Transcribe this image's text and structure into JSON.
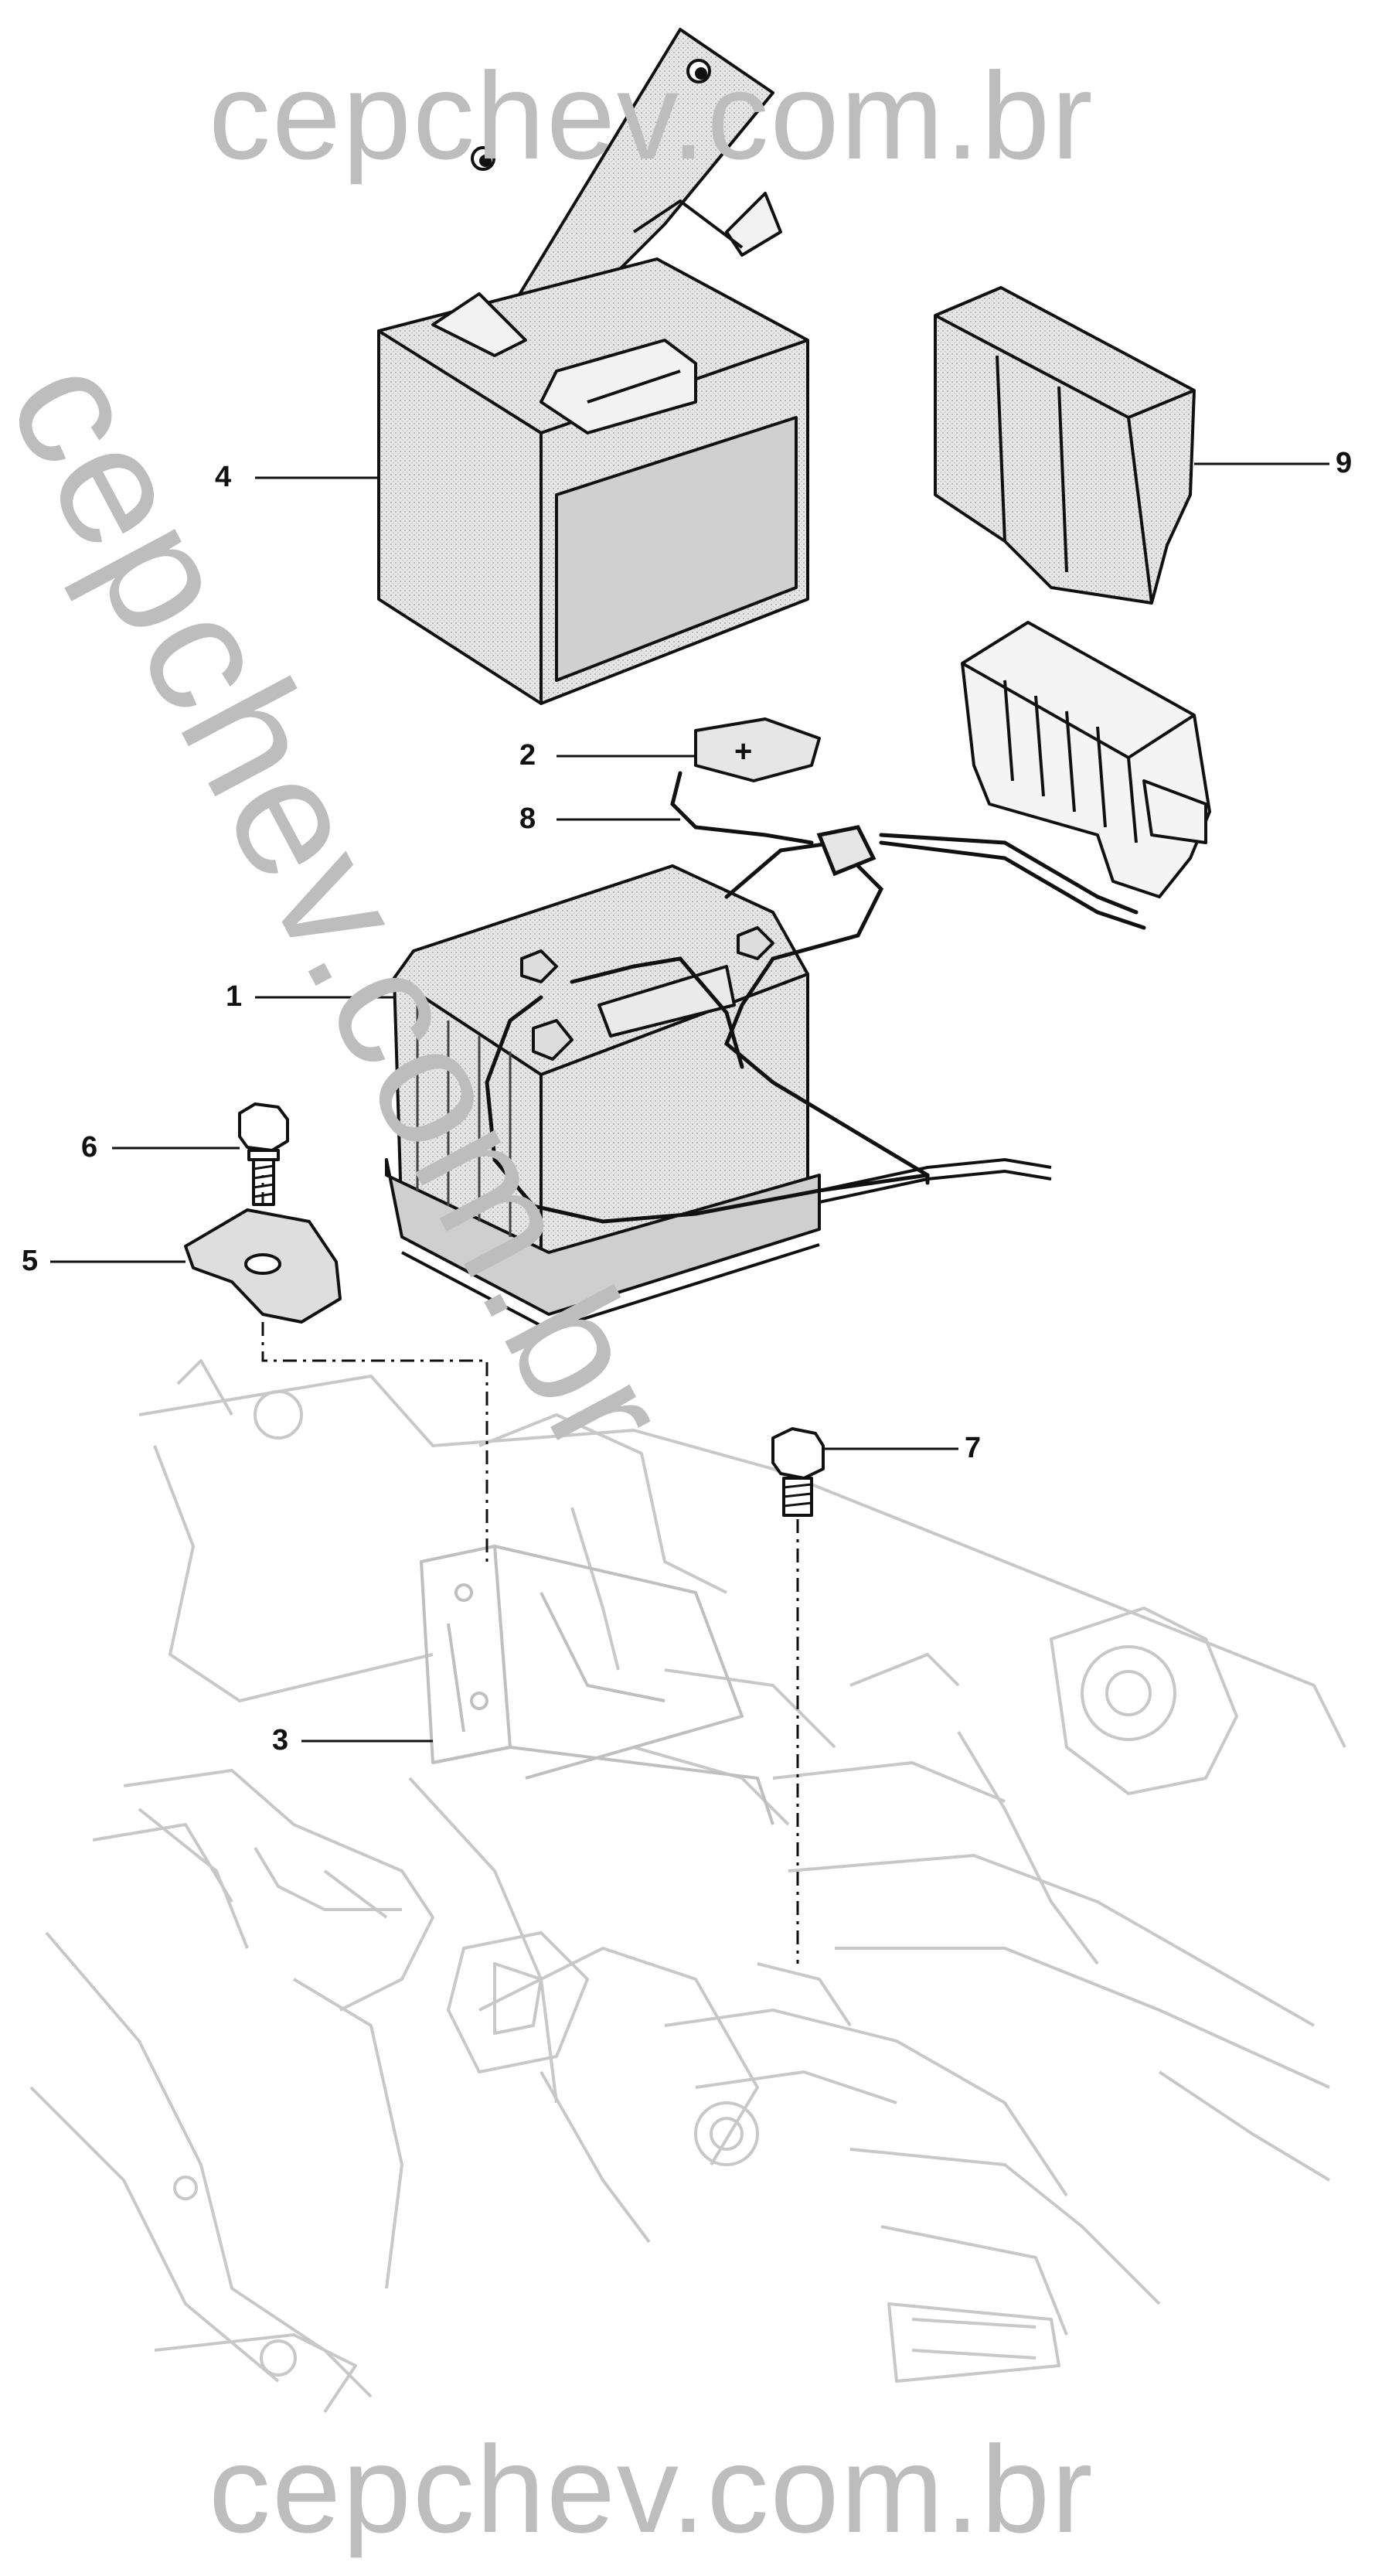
{
  "watermark": {
    "top": "cepchev.com.br",
    "diagonal": "cepchev.com.br",
    "bottom": "cepchev.com.br"
  },
  "battery_terminal_symbol": "+",
  "callouts": {
    "c1": "1",
    "c2": "2",
    "c3": "3",
    "c4": "4",
    "c5": "5",
    "c6": "6",
    "c7": "7",
    "c8": "8",
    "c9": "9"
  },
  "colors": {
    "line": "#111111",
    "ghost": "#c8c8c8",
    "fill": "#d9d9d9",
    "watermark": "#bdbdbd"
  }
}
